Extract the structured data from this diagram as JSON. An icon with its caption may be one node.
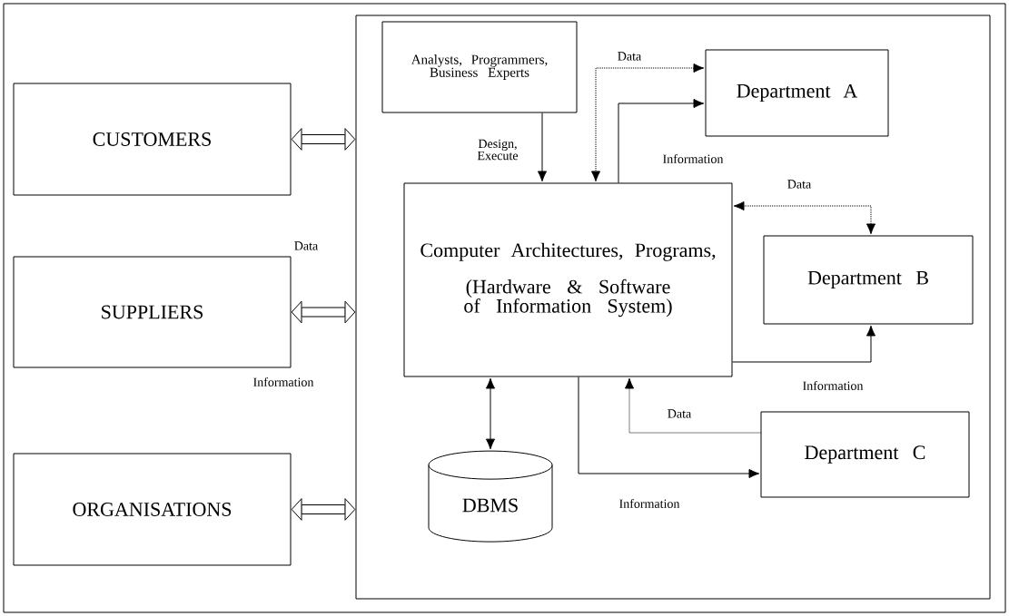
{
  "diagram": {
    "nodes": [
      {
        "text": [
          "CUSTOMERS"
        ]
      },
      {
        "text": [
          "SUPPLIERS"
        ]
      },
      {
        "text": [
          "ORGANISATIONS"
        ]
      },
      {
        "text": [],
        "shape": "box"
      },
      {
        "text": [
          "Analysts, Programmers, Business Experts"
        ],
        "in": 3
      },
      {
        "text": [
          "Computer Architectures, Programs,",
          "(Hardware & Software of Information System)"
        ],
        "in": 3
      },
      {
        "text": [
          "Department A"
        ],
        "in": 3
      },
      {
        "text": [
          "Department B"
        ],
        "in": 3
      },
      {
        "text": [
          "Department C"
        ],
        "in": 3
      },
      {
        "text": [
          "DBMS"
        ],
        "in": 3
      }
    ],
    "edges": [
      {
        "from": 0,
        "to": 3,
        "arrow": "both",
        "style": "thick"
      },
      {
        "from": 1,
        "to": 3,
        "arrow": "both",
        "style": "thick"
      },
      {
        "from": 2,
        "to": 3,
        "arrow": "both",
        "style": "thick"
      },
      {
        "from": 4,
        "to": 5,
        "arrow": "to",
        "label": "Design, Execute"
      },
      {
        "from": 6,
        "to": 5,
        "arrow": "both",
        "style": "dashed",
        "label": "Data"
      },
      {
        "from": 5,
        "to": 6,
        "arrow": "to",
        "label": "Information"
      },
      {
        "from": 7,
        "to": 5,
        "arrow": "both",
        "style": "dashed",
        "label": "Data"
      },
      {
        "from": 5,
        "to": 7,
        "arrow": "to",
        "label": "Information"
      },
      {
        "from": 8,
        "to": 5,
        "arrow": "to",
        "style": "dashed",
        "label": "Data"
      },
      {
        "from": 5,
        "to": 8,
        "arrow": "to",
        "label": "Information"
      },
      {
        "from": 5,
        "to": 9,
        "arrow": "both"
      }
    ],
    "labels": [
      "Data",
      "Information"
    ]
  }
}
